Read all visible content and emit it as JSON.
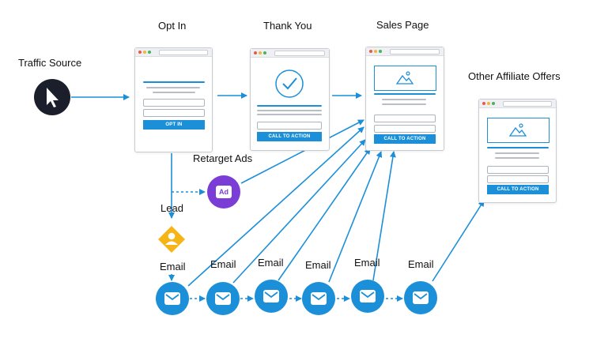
{
  "labels": {
    "traffic_source": "Traffic Source",
    "opt_in": "Opt In",
    "thank_you": "Thank You",
    "sales_page": "Sales Page",
    "other_offers": "Other Affiliate Offers",
    "retarget_ads": "Retarget Ads",
    "lead": "Lead",
    "emails": [
      "Email",
      "Email",
      "Email",
      "Email",
      "Email",
      "Email"
    ]
  },
  "buttons": {
    "opt_in": "OPT IN",
    "thank_you_cta": "CALL TO ACTION",
    "sales_cta": "CALL TO ACTION",
    "offers_cta": "CALL TO ACTION"
  },
  "ad_badge": "Ad",
  "icons": {
    "traffic": "cursor-icon",
    "ad": "ad-icon",
    "lead": "person-icon",
    "email": "envelope-icon",
    "thanks": "checkmark-icon",
    "image": "image-icon"
  },
  "colors": {
    "accent": "#1c8fd9",
    "arrow": "#1c8fd9",
    "dark": "#1a1f2b",
    "ad": "#7a3ed6",
    "lead": "#f6b516"
  }
}
